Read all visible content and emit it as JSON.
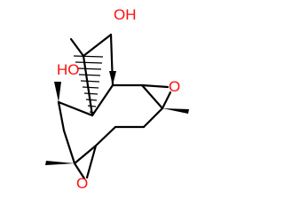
{
  "molecule": {
    "atoms": {
      "oh_top": "OH",
      "oh_left": "HO",
      "o_epoxide_right": "O",
      "o_epoxide_bottom": "O"
    },
    "colors": {
      "bond": "#000000",
      "heteroatom": "#ff0d0d",
      "background": "#ffffff"
    }
  }
}
